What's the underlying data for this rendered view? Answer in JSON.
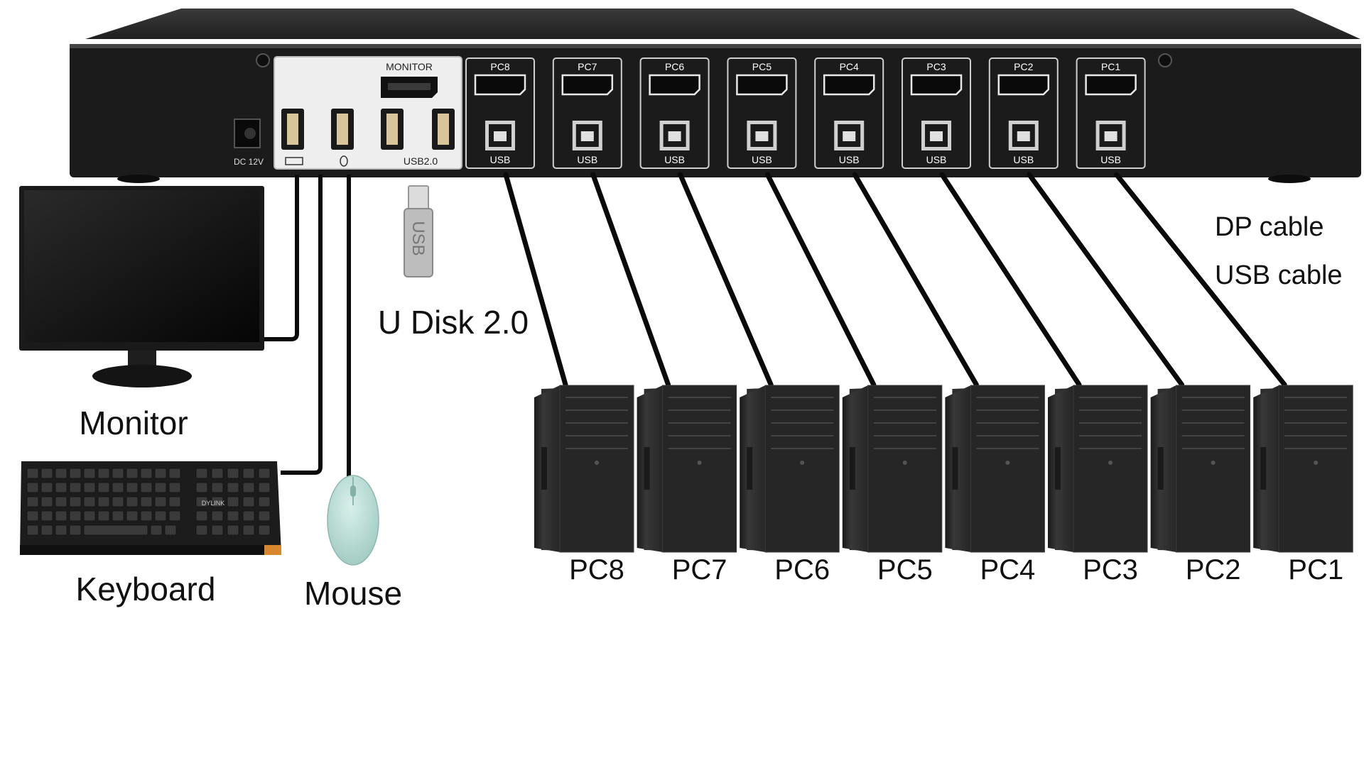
{
  "kvm": {
    "ports": [
      {
        "name": "PC8",
        "usb": "USB"
      },
      {
        "name": "PC7",
        "usb": "USB"
      },
      {
        "name": "PC6",
        "usb": "USB"
      },
      {
        "name": "PC5",
        "usb": "USB"
      },
      {
        "name": "PC4",
        "usb": "USB"
      },
      {
        "name": "PC3",
        "usb": "USB"
      },
      {
        "name": "PC2",
        "usb": "USB"
      },
      {
        "name": "PC1",
        "usb": "USB"
      }
    ],
    "monitor_port_label": "MONITOR",
    "usb_hub_label": "USB2.0",
    "power_label": "DC 12V"
  },
  "devices": {
    "monitor": "Monitor",
    "keyboard": "Keyboard",
    "mouse": "Mouse",
    "udisk": "U Disk 2.0",
    "udisk_stick_text": "USB",
    "keyboard_brand": "DYLINK"
  },
  "pcs": [
    "PC8",
    "PC7",
    "PC6",
    "PC5",
    "PC4",
    "PC3",
    "PC2",
    "PC1"
  ],
  "cables": {
    "dp": "DP cable",
    "usb": "USB cable"
  },
  "colors": {
    "chassis": "#1b1b1b",
    "panel": "#eeeeee",
    "tower": "#2a2a2a",
    "mouse": "#b9ddd6"
  }
}
